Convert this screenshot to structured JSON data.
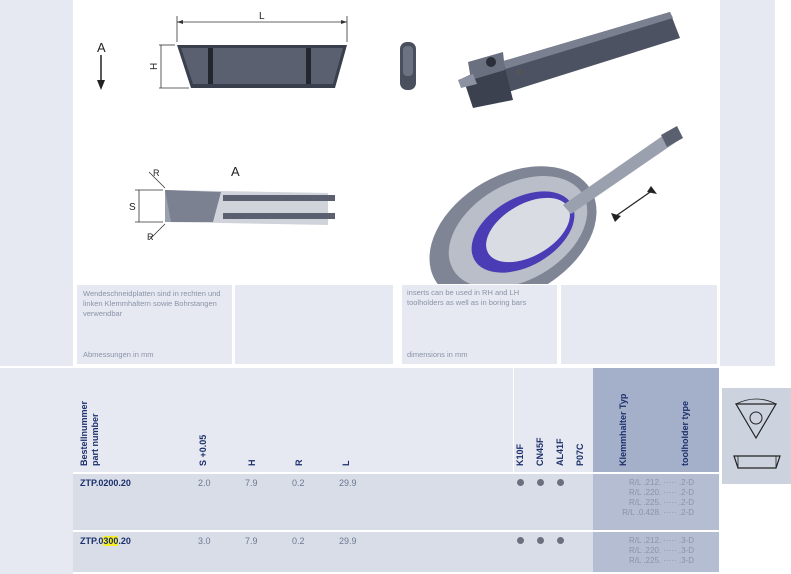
{
  "drawing": {
    "dim_L": "L",
    "dim_H": "H",
    "dim_S": "S",
    "dim_R1": "R",
    "dim_R2": "R",
    "view_A_top": "A",
    "view_A_side": "A"
  },
  "notes": {
    "de_text": "Wendeschneidplatten sind in rechten und linken Klemmhaltern sowie Bohrstangen verwendbar",
    "de_dims": "Abmessungen in mm",
    "en_text": "inserts can be used in RH and LH toolholders as well as in boring bars",
    "en_dims": "dimensions in mm"
  },
  "table": {
    "headers": {
      "part_de": "Bestellnummer",
      "part_en": "part number",
      "s": "S +0.05",
      "h": "H",
      "r": "R",
      "l": "L",
      "grade1": "K10F",
      "grade2": "CN45F",
      "grade3": "AL41F",
      "grade4": "P07C",
      "holder_de": "Klemmhalter Typ",
      "holder_en": "toolholder type"
    },
    "rows": [
      {
        "part": "ZTP.0200.20",
        "s": "2.0",
        "h": "7.9",
        "r": "0.2",
        "l": "29.9",
        "dots": [
          "K10F",
          "CN45F",
          "AL41F"
        ],
        "holders": [
          "R/L .212. ····· .2-D",
          "R/L .220. ····· .2-D",
          "R/L .225. ····· .2-D",
          "R/L .0.428. ····· .2-D"
        ]
      },
      {
        "part_prefix": "ZTP.0",
        "part_highlight": "300",
        "part_suffix": ".20",
        "s": "3.0",
        "h": "7.9",
        "r": "0.2",
        "l": "29.9",
        "dots": [
          "K10F",
          "CN45F",
          "AL41F"
        ],
        "holders": [
          "R/L .212. ····· .3-D",
          "R/L .220. ····· .3-D",
          "R/L .225. ····· .3-D"
        ]
      }
    ]
  },
  "colors": {
    "header_blue": "#1c2f6b",
    "highlight": "#f5ee2a",
    "panel_grey": "#e6e9f1"
  },
  "icons": [
    "insert-triangle-icon",
    "insert-side-icon"
  ]
}
